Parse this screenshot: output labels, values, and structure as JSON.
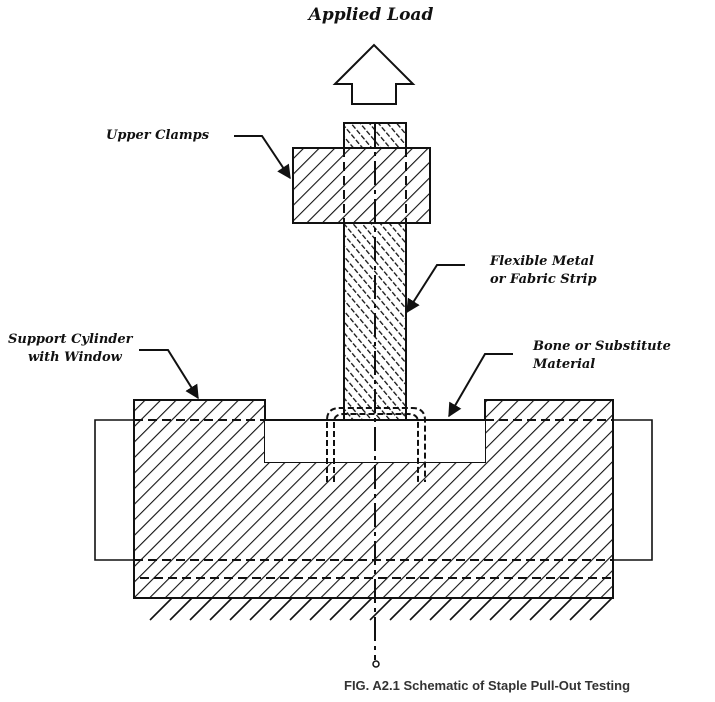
{
  "figure": {
    "title": "Applied Load",
    "caption": "FIG. A2.1 Schematic of Staple Pull-Out Testing"
  },
  "labels": {
    "upper_clamps": "Upper Clamps",
    "strip_line1": "Flexible Metal",
    "strip_line2": "or Fabric Strip",
    "support_line1": "Support Cylinder",
    "support_line2": "with Window",
    "bone_line1": "Bone or Substitute",
    "bone_line2": "Material"
  },
  "colors": {
    "ink": "#111111",
    "caption": "#333333",
    "background": "#ffffff"
  }
}
